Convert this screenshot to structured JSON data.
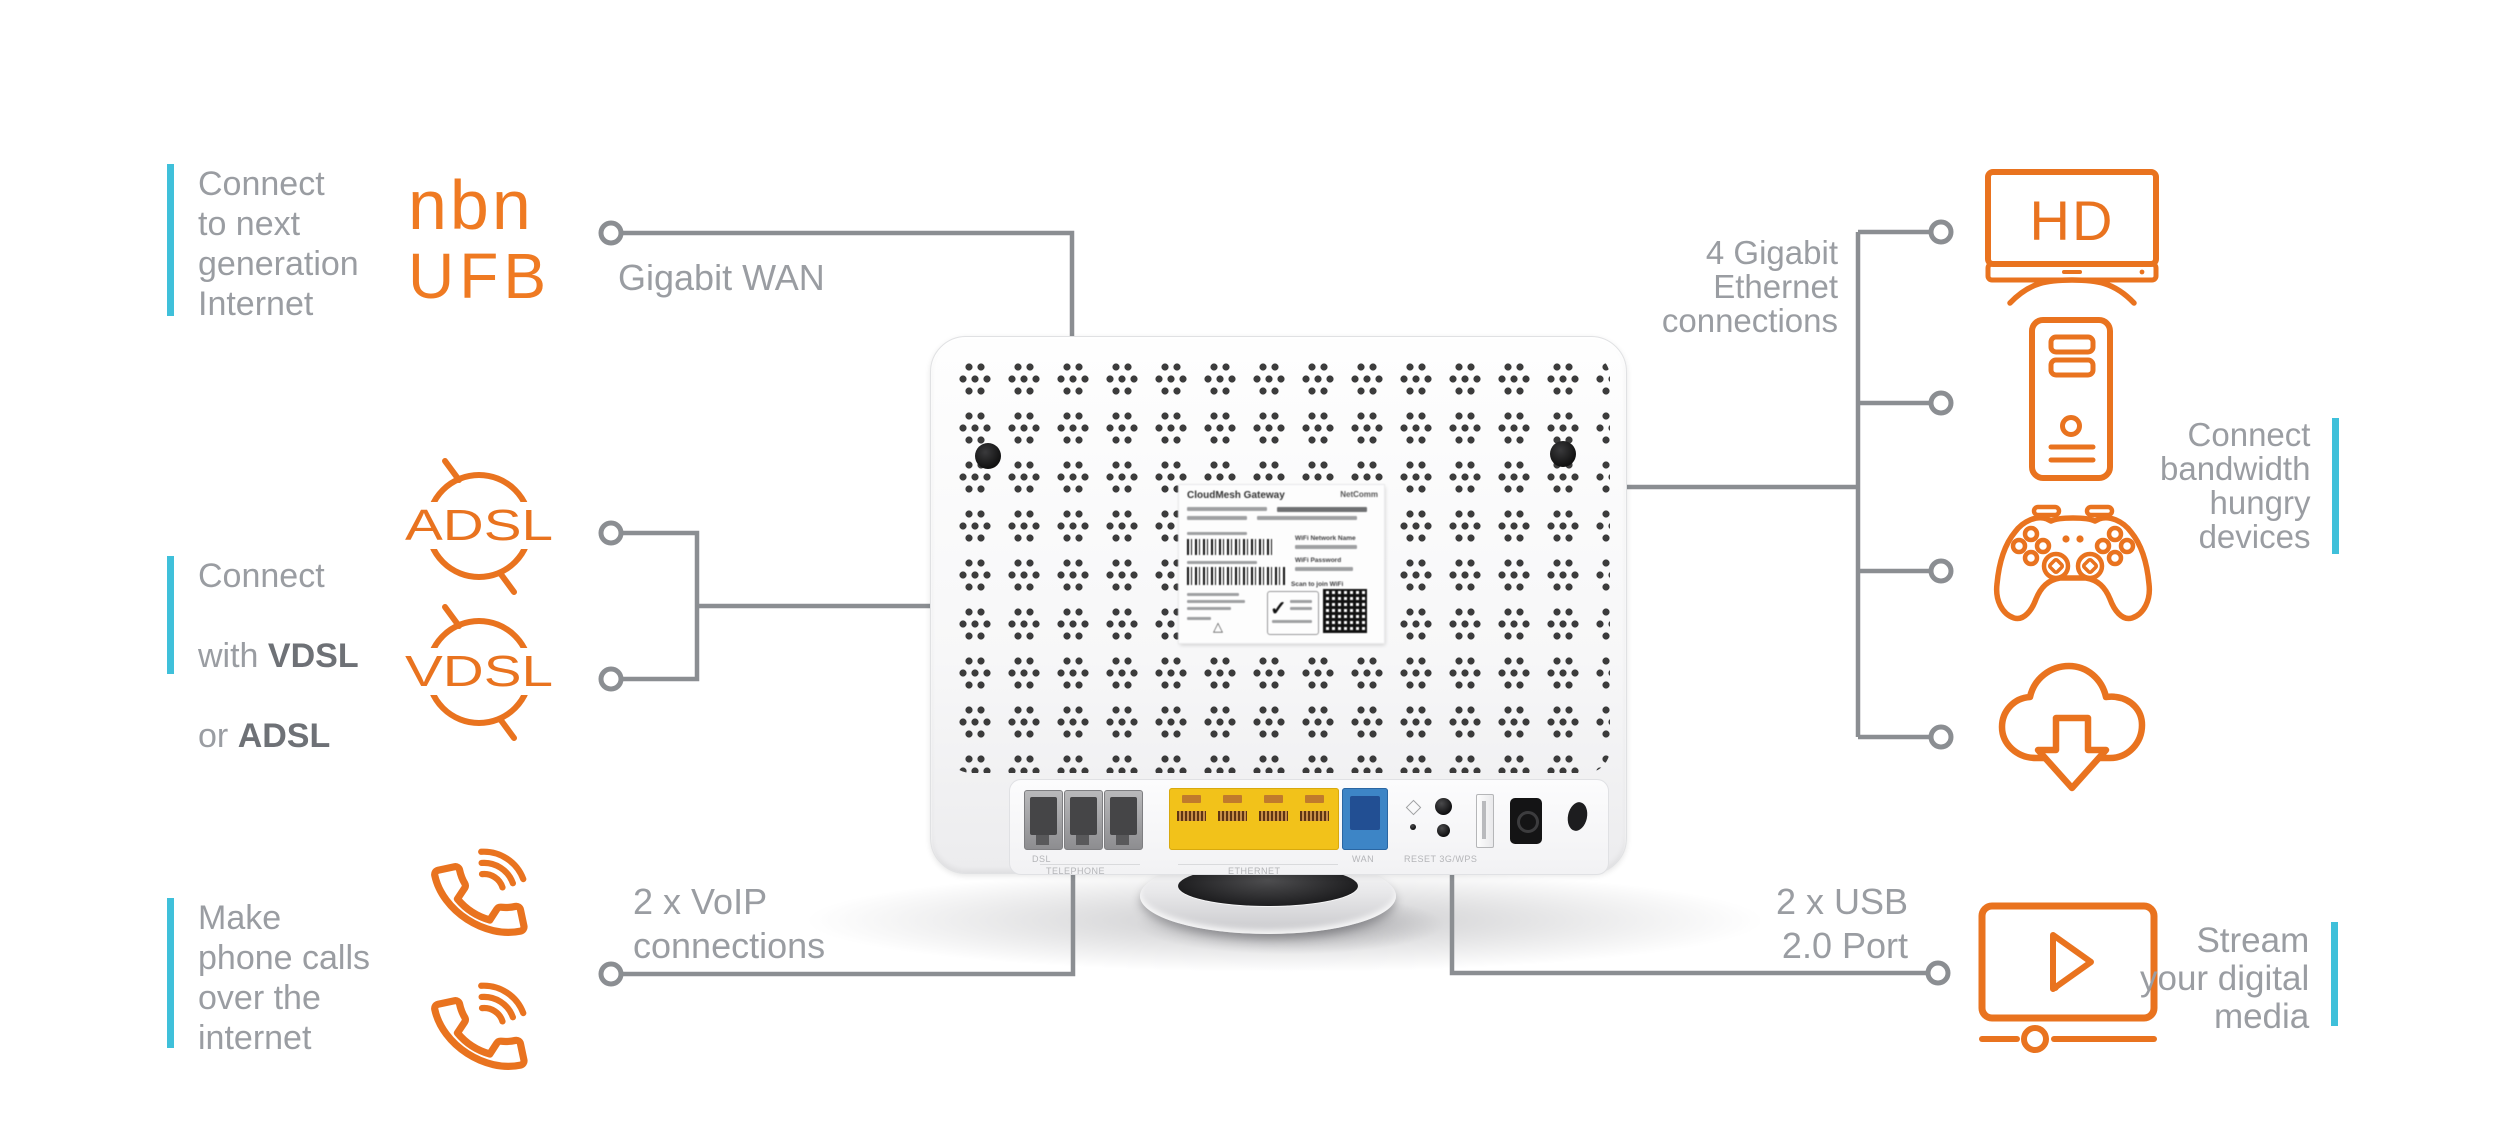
{
  "palette": {
    "orange": "#e9731f",
    "teal": "#3fc0da",
    "line_gray": "#8b8e92",
    "text_gray": "#9a9da2",
    "text_dark": "#6e7176"
  },
  "left": {
    "nbn": {
      "caption": "Connect\nto next\ngeneration\nInternet",
      "logo1": "nbn",
      "logo2": "UFB",
      "connector_label": "Gigabit WAN"
    },
    "dsl": {
      "l1": "Connect",
      "l2a": "with ",
      "l2b": "VDSL",
      "l3a": "or ",
      "l3b": "ADSL",
      "adsl_badge": "ADSL",
      "vdsl_badge": "VDSL"
    },
    "voip": {
      "caption": "Make\nphone calls\nover the\ninternet",
      "connector_label": "2 x VoIP\nconnections"
    }
  },
  "right": {
    "ethernet": {
      "connector_label": "4 Gigabit\nEthernet\nconnections",
      "caption": "Connect\nbandwidth\nhungry\ndevices",
      "tv_label": "HD"
    },
    "usb": {
      "connector_label": "2 x USB\n2.0 Port",
      "caption": "Stream\nyour digital\nmedia"
    }
  },
  "router": {
    "sticker": {
      "title": "CloudMesh Gateway",
      "brand": "NetComm",
      "wifi_name": "WiFi Network Name",
      "wifi_pass": "WiFi Password",
      "scan": "Scan to join WiFi"
    },
    "ports": {
      "dsl": "DSL",
      "telephone": "TELEPHONE",
      "ethernet": "ETHERNET",
      "wan": "WAN",
      "reset": "RESET  3G/WPS"
    }
  }
}
